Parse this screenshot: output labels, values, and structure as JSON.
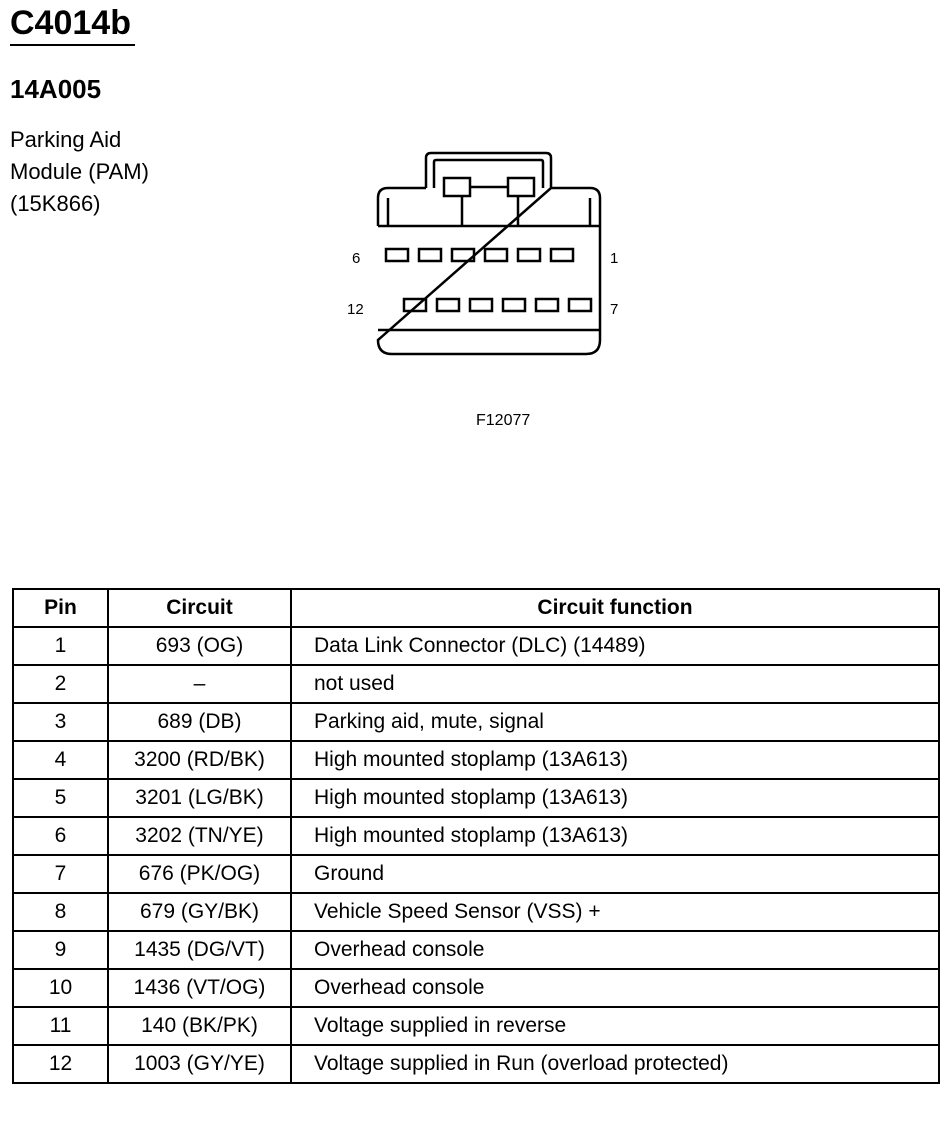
{
  "connector": {
    "id": "C4014b",
    "part_number": "14A005",
    "description_lines": [
      "Parking Aid",
      "Module (PAM)",
      "(15K866)"
    ],
    "pin_labels": {
      "top_left": "6",
      "top_right": "1",
      "bottom_left": "12",
      "bottom_right": "7"
    },
    "figure_id": "F12077"
  },
  "table": {
    "headers": [
      "Pin",
      "Circuit",
      "Circuit function"
    ],
    "rows": [
      {
        "pin": "1",
        "circuit": "693 (OG)",
        "function": "Data Link Connector (DLC) (14489)"
      },
      {
        "pin": "2",
        "circuit": "–",
        "function": "not used"
      },
      {
        "pin": "3",
        "circuit": "689 (DB)",
        "function": "Parking aid, mute, signal"
      },
      {
        "pin": "4",
        "circuit": "3200 (RD/BK)",
        "function": "High mounted stoplamp (13A613)"
      },
      {
        "pin": "5",
        "circuit": "3201 (LG/BK)",
        "function": "High mounted stoplamp (13A613)"
      },
      {
        "pin": "6",
        "circuit": "3202 (TN/YE)",
        "function": "High mounted stoplamp (13A613)"
      },
      {
        "pin": "7",
        "circuit": "676 (PK/OG)",
        "function": "Ground"
      },
      {
        "pin": "8",
        "circuit": "679 (GY/BK)",
        "function": "Vehicle Speed Sensor (VSS) +"
      },
      {
        "pin": "9",
        "circuit": "1435 (DG/VT)",
        "function": "Overhead console"
      },
      {
        "pin": "10",
        "circuit": "1436 (VT/OG)",
        "function": "Overhead console"
      },
      {
        "pin": "11",
        "circuit": "140 (BK/PK)",
        "function": "Voltage supplied in reverse"
      },
      {
        "pin": "12",
        "circuit": "1003 (GY/YE)",
        "function": "Voltage supplied in Run (overload protected)"
      }
    ]
  }
}
